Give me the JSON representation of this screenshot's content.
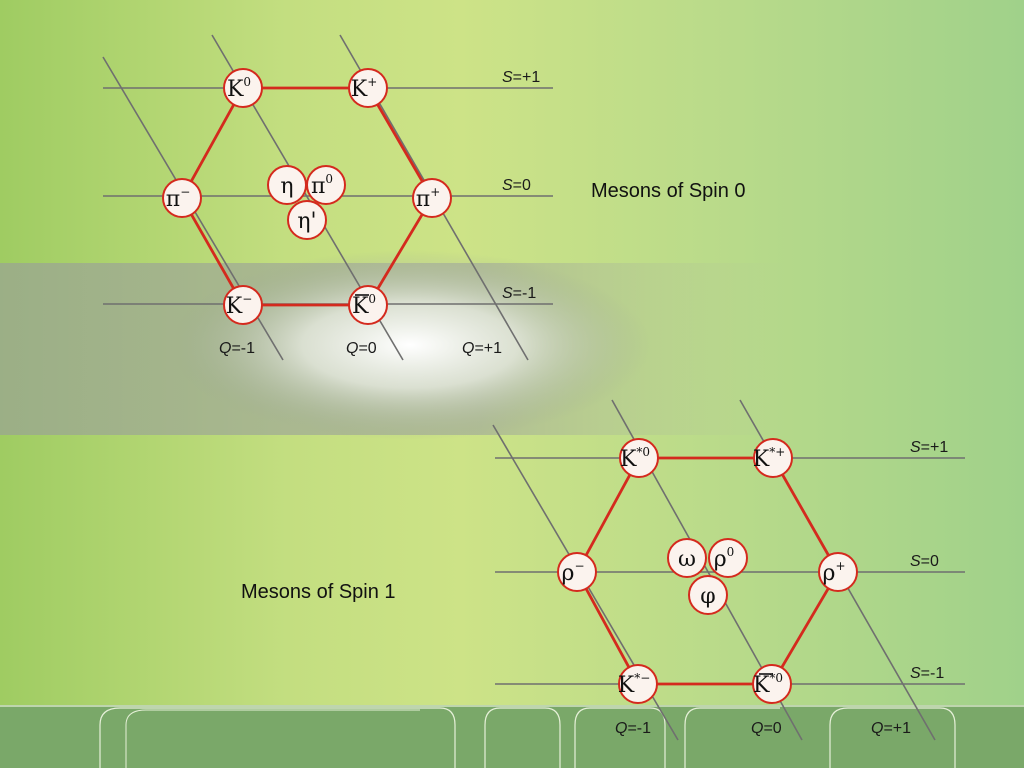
{
  "labels": {
    "spin0": "Mesons of Spin 0",
    "spin1": "Mesons of Spin 1"
  },
  "colors": {
    "hexagon_edge": "#d42a1e",
    "node_fill": "#fbf3ee",
    "node_stroke": "#d42a1e",
    "grid_line": "#6f6f6f",
    "shadow_band": "#9aa592"
  },
  "diagrams": [
    {
      "id": "spin0",
      "strangeness_labels": [
        {
          "var": "S",
          "val": "=+1"
        },
        {
          "var": "S",
          "val": "=0"
        },
        {
          "var": "S",
          "val": "=-1"
        }
      ],
      "charge_labels": [
        {
          "var": "Q",
          "val": "=-1"
        },
        {
          "var": "Q",
          "val": "=0"
        },
        {
          "var": "Q",
          "val": "=+1"
        }
      ],
      "particles": [
        {
          "name": "K",
          "sup": "0",
          "bar": false
        },
        {
          "name": "K",
          "sup": "+",
          "bar": false
        },
        {
          "name": "π",
          "sup": "−",
          "bar": false
        },
        {
          "name": "η",
          "sup": "",
          "bar": false
        },
        {
          "name": "π",
          "sup": "0",
          "bar": false
        },
        {
          "name": "η'",
          "sup": "",
          "bar": false
        },
        {
          "name": "π",
          "sup": "+",
          "bar": false
        },
        {
          "name": "K",
          "sup": "−",
          "bar": false
        },
        {
          "name": "K",
          "sup": "0",
          "bar": true
        }
      ]
    },
    {
      "id": "spin1",
      "strangeness_labels": [
        {
          "var": "S",
          "val": "=+1"
        },
        {
          "var": "S",
          "val": "=0"
        },
        {
          "var": "S",
          "val": "=-1"
        }
      ],
      "charge_labels": [
        {
          "var": "Q",
          "val": "=-1"
        },
        {
          "var": "Q",
          "val": "=0"
        },
        {
          "var": "Q",
          "val": "=+1"
        }
      ],
      "particles": [
        {
          "name": "K",
          "sup": "*0",
          "bar": false
        },
        {
          "name": "K",
          "sup": "*+",
          "bar": false
        },
        {
          "name": "ρ",
          "sup": "−",
          "bar": false
        },
        {
          "name": "ω",
          "sup": "",
          "bar": false
        },
        {
          "name": "ρ",
          "sup": "0",
          "bar": false
        },
        {
          "name": "φ",
          "sup": "",
          "bar": false
        },
        {
          "name": "ρ",
          "sup": "+",
          "bar": false
        },
        {
          "name": "K",
          "sup": "*−",
          "bar": false
        },
        {
          "name": "K",
          "sup": "*0",
          "bar": true
        }
      ]
    }
  ]
}
